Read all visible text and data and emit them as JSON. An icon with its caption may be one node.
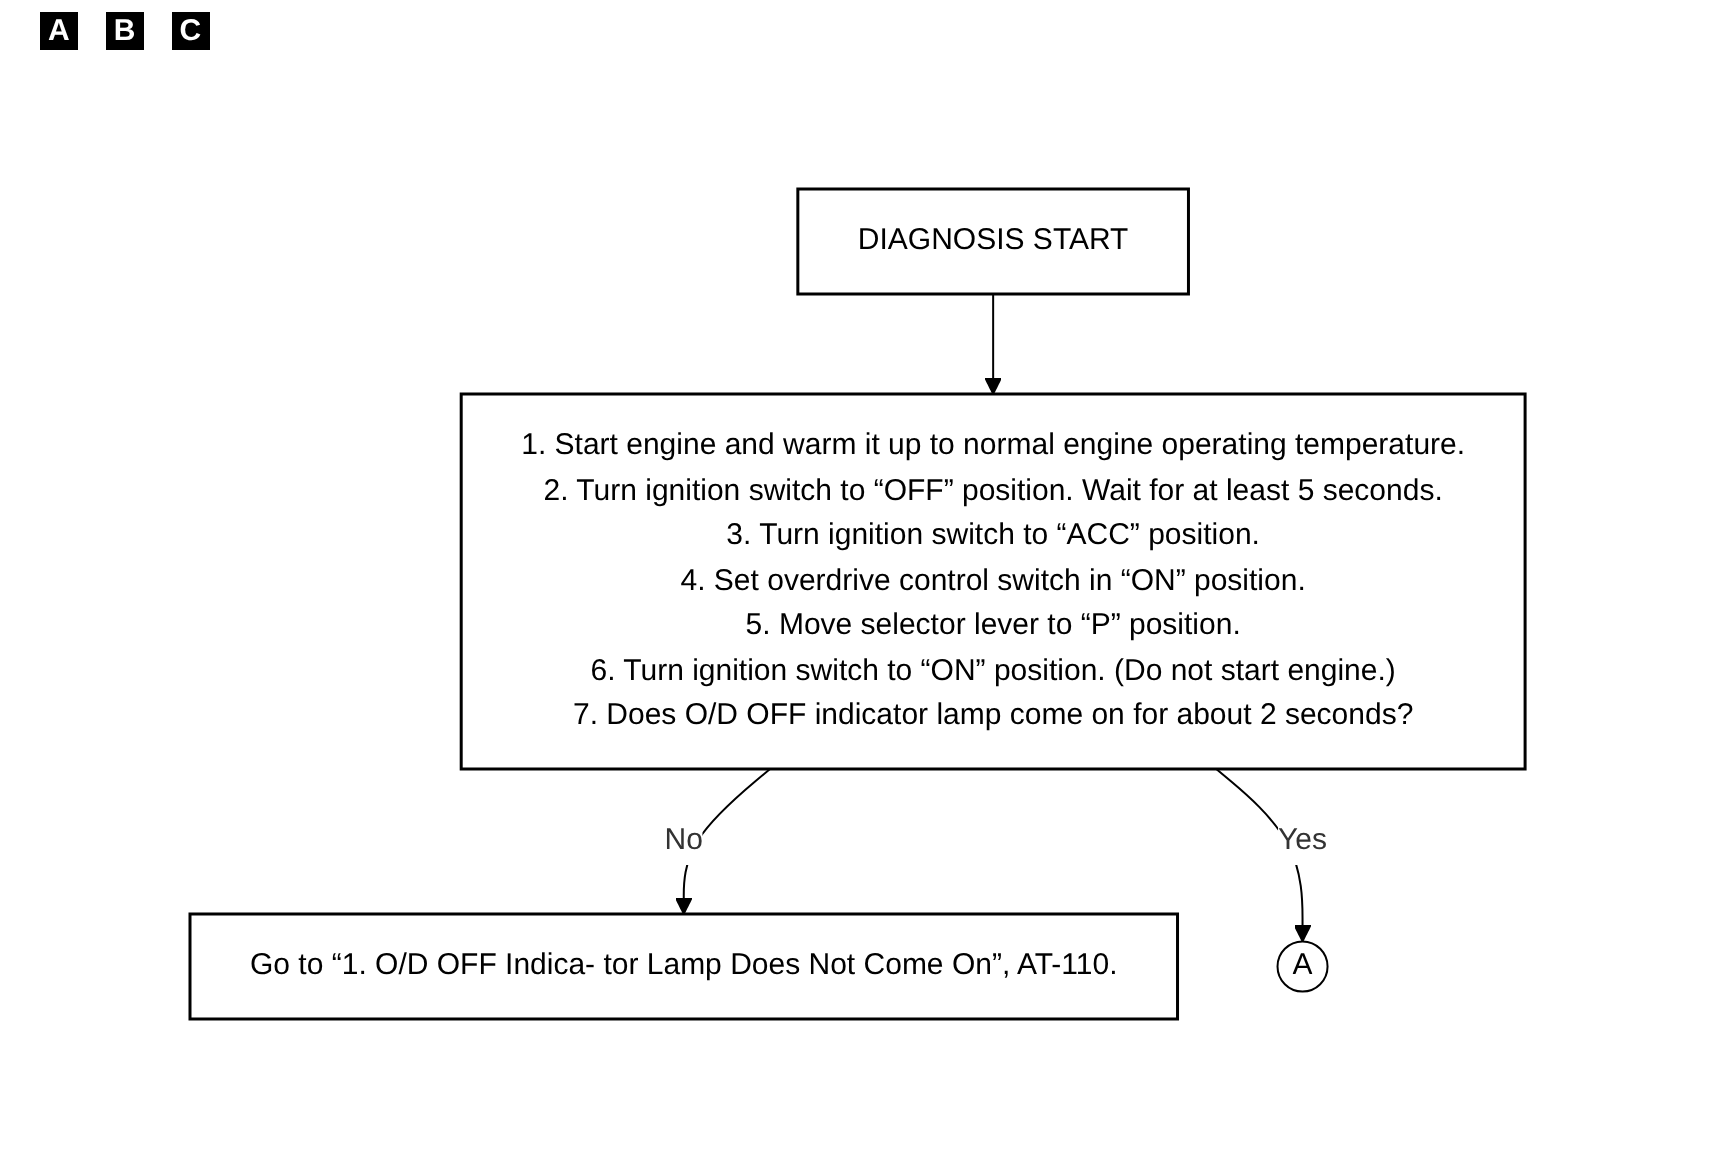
{
  "diagram": {
    "nodes": [
      {
        "text": [
          "DIAGNOSIS START"
        ]
      },
      {
        "text": [
          "1. Start engine and warm it up to normal engine operating temperature.",
          "2. Turn ignition switch to “OFF” position. Wait for at least 5 seconds.",
          "3. Turn ignition switch to “ACC” position.",
          "4. Set overdrive control switch in “ON” position.",
          "5. Move selector lever to “P” position.",
          "6. Turn ignition switch to “ON” position. (Do not start engine.)",
          "7. Does O/D OFF indicator lamp come on for about 2 seconds?"
        ]
      },
      {
        "text": [
          "Go to “1. O/D OFF Indica- tor Lamp Does Not Come On”, AT-110."
        ]
      },
      {
        "text": [
          "A"
        ]
      }
    ],
    "edges": [
      {
        "from": 0,
        "to": 1,
        "arrow": "to"
      },
      {
        "from": 1,
        "to": 2,
        "arrow": "to",
        "label": "No"
      },
      {
        "from": 1,
        "to": 3,
        "arrow": "to",
        "label": "Yes"
      }
    ],
    "labels": [
      "A",
      "B",
      "C"
    ]
  }
}
